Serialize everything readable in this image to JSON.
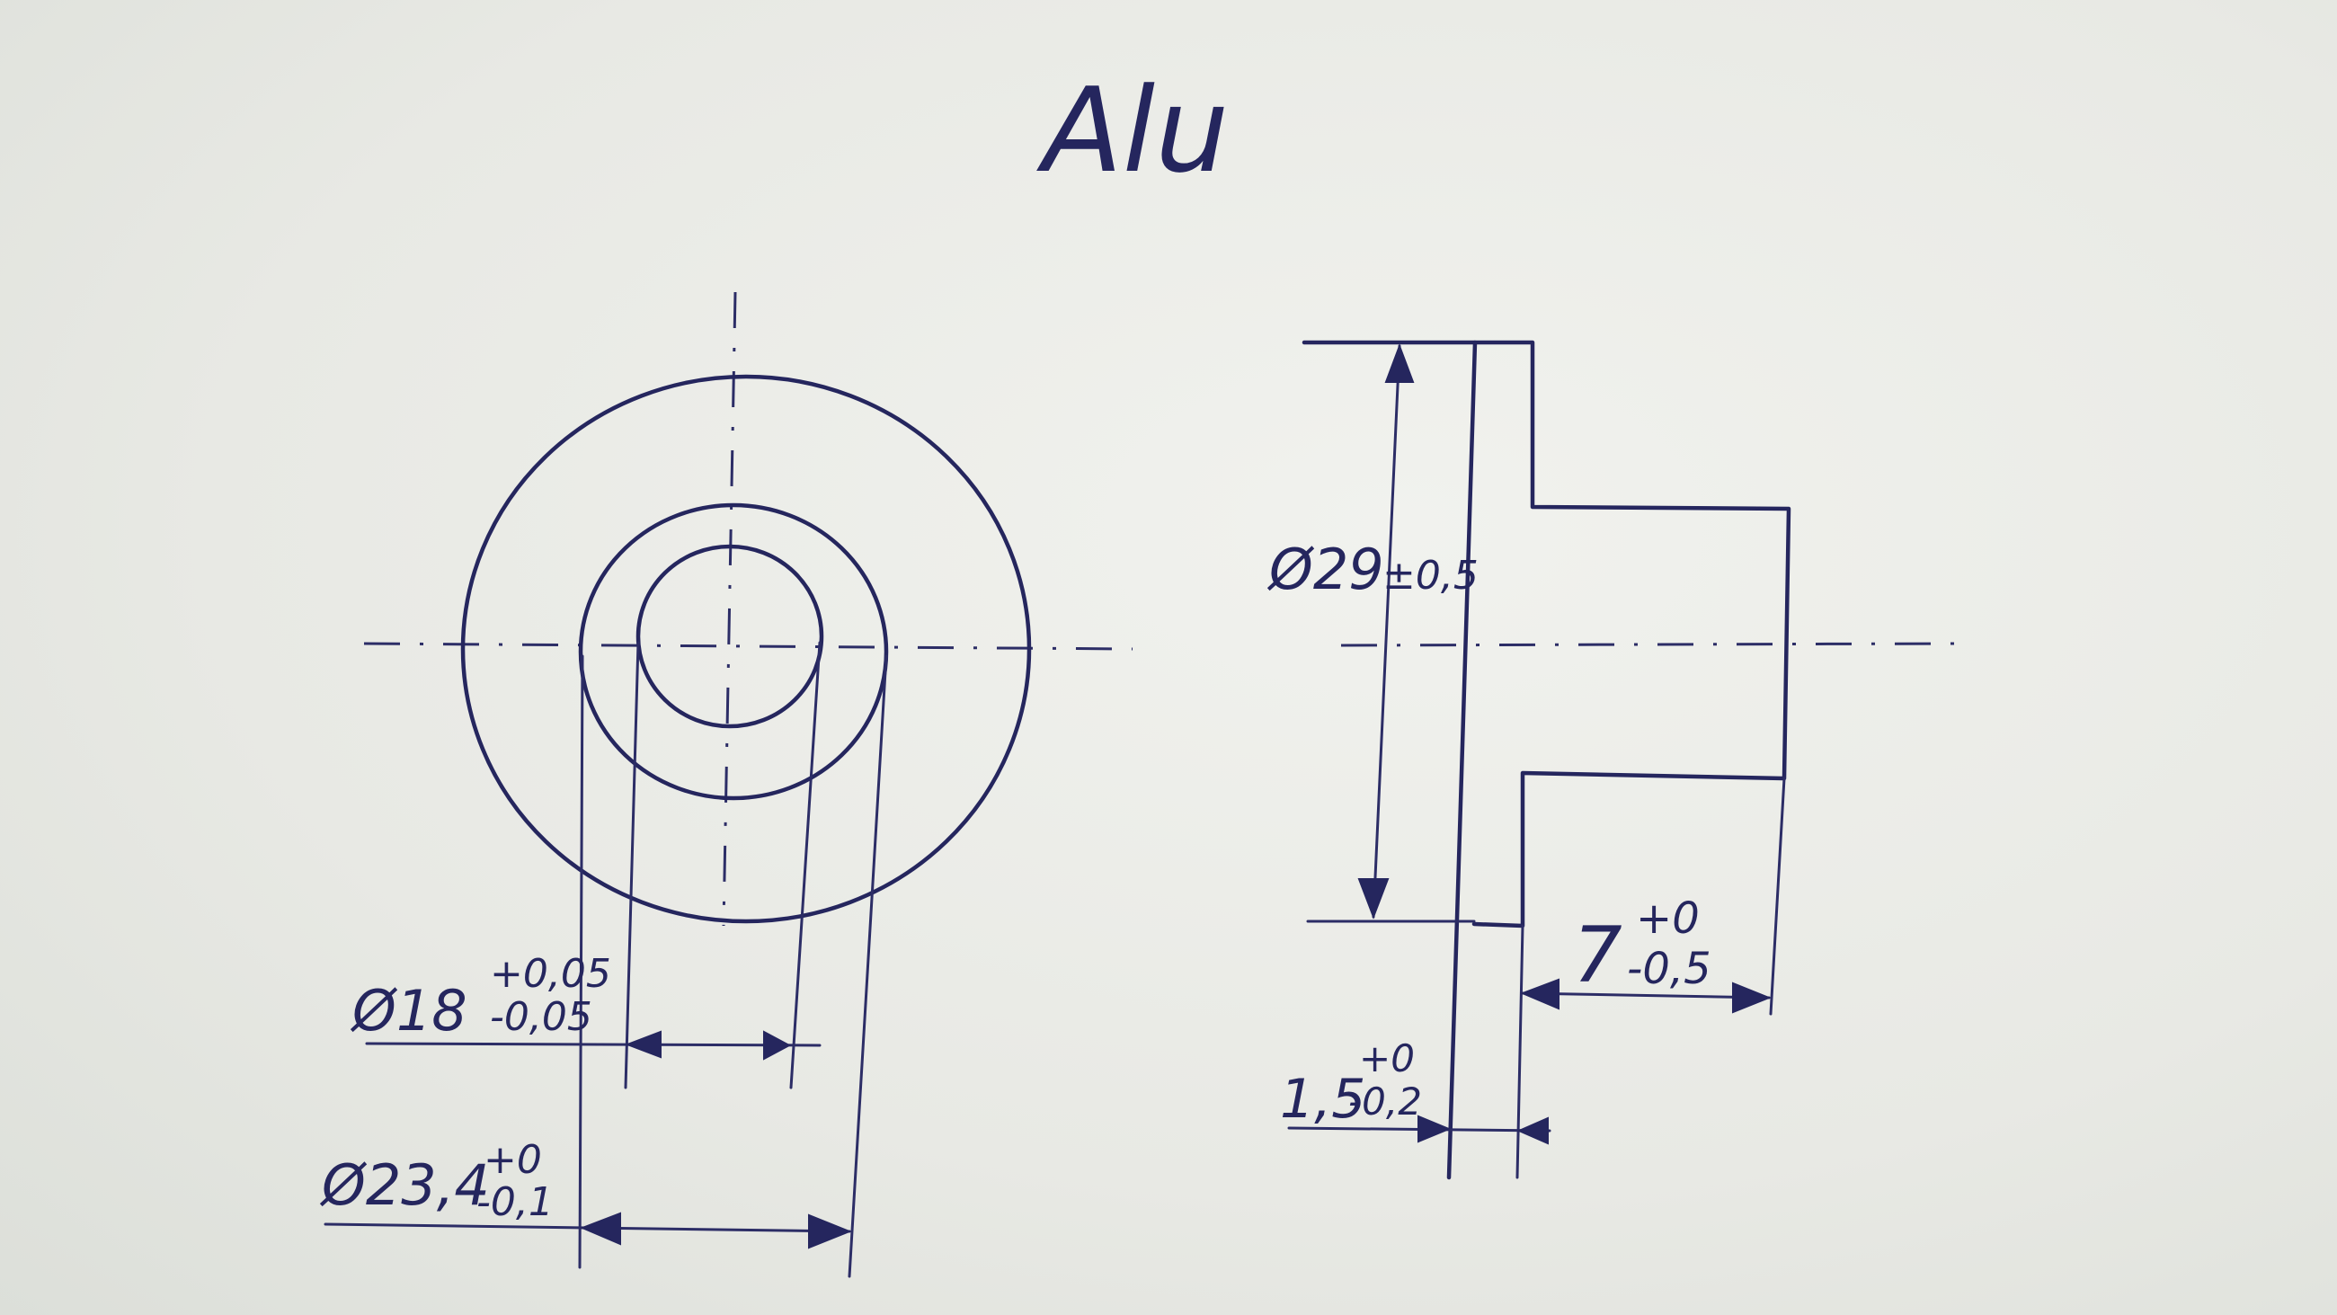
{
  "title": "Alu",
  "front_view": {
    "inner_diameter": {
      "symbol": "Ø",
      "nominal": "18",
      "upper_tol": "+0,05",
      "lower_tol": "-0,05"
    },
    "outer_diameter": {
      "symbol": "Ø",
      "nominal": "23,4",
      "upper_tol": "+0",
      "lower_tol": "-0,1"
    }
  },
  "side_view": {
    "flange_diameter": {
      "symbol": "Ø",
      "nominal": "29",
      "tol": "±0,5"
    },
    "length": {
      "nominal": "7",
      "upper_tol": "+0",
      "lower_tol": "-0,5"
    },
    "flange_thickness": {
      "nominal": "1,5",
      "upper_tol": "+0",
      "lower_tol": "-0,2"
    }
  },
  "colors": {
    "ink": "#25265e",
    "paper": "#e9eae4"
  }
}
